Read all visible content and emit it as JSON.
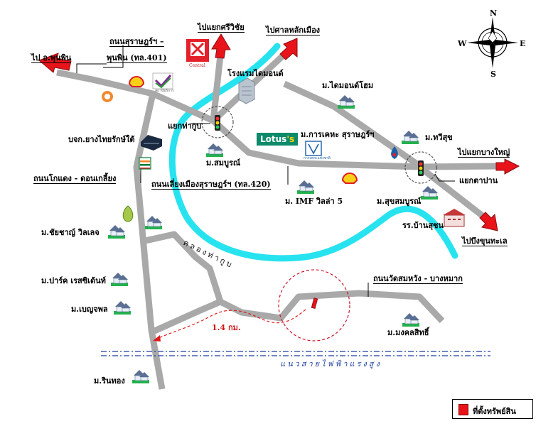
{
  "roads": {
    "to_phunphin": "ไป อ.พุนพิน",
    "surat_phunphin_line1": "ถนนสุราษฎร์ฯ –",
    "surat_phunphin_line2": "พุนพิน (ทล.401)",
    "to_srivichai": "ไปแยกศรีวิชัย",
    "to_lak_mueang": "ไปศาลหลักเมือง",
    "khokdaeng": "ถนนโกแดง - ดอนเกลี้ยง",
    "bypass": "ถนนเลี่ยงเมืองสุราษฎร์ฯ (ทล.420)",
    "to_bang_yai": "ไปแยกบางใหญ่",
    "to_bueng_khun_thale": "ไปบึงขุนทะเล",
    "wat_somwang": "ถนนวัดสมหวัง - บางหมาก",
    "distance": "1.4 กม."
  },
  "junctions": {
    "tha_kup": "แยกท่ากูบ",
    "kha_pan": "แยกตาปาน"
  },
  "landmarks": {
    "central_logo": "Central",
    "pttor_logo": "สถานีบริการ",
    "hotel": "โรงแรมไดมอนด์",
    "rubber": "บจก.ยางไทยรักษ์ใต้",
    "lotus": "Lotus's",
    "lotus_mark": "'s",
    "housing_authority": "ม.การเคหะ สุราษฎร์ฯ",
    "housing_authority_logo": "การเคหะแห่งชาติ",
    "school": "รร.บ้านสุชน"
  },
  "villages": {
    "diamond_home": "ม.ไดมอนด์โฮม",
    "tawisuk": "ม.ทวีสุข",
    "sombun_1": "ม.สมบูรณ์",
    "imf": "ม. IMF วิลล่า 5",
    "suk_sombun": "ม.สุขสมบูรณ์",
    "chaichan": "ม.ชัยชาญ์ วิลเลจ",
    "park": "ม.ปาร์ค เรสซิเด้นท์",
    "benchaphon": "ม.เบญจพล",
    "mongkhon": "ม.มงคลสิทธิ์",
    "rinthong": "ม.รินทอง"
  },
  "canal": "คลองท่ากูบ",
  "powerline": "แนวสายไฟฟ้าแรงสูง",
  "compass": {
    "n": "N",
    "s": "S",
    "e": "E",
    "w": "W"
  },
  "legend": {
    "label": "ที่ตั้งทรัพย์สิน"
  },
  "colors": {
    "road": "#a9a9a9",
    "canal": "#27e3f0",
    "arrow": "#e8141a",
    "property": "#e8141a",
    "powerline": "#1f3fa0",
    "lotus": "#0d8a6a"
  }
}
